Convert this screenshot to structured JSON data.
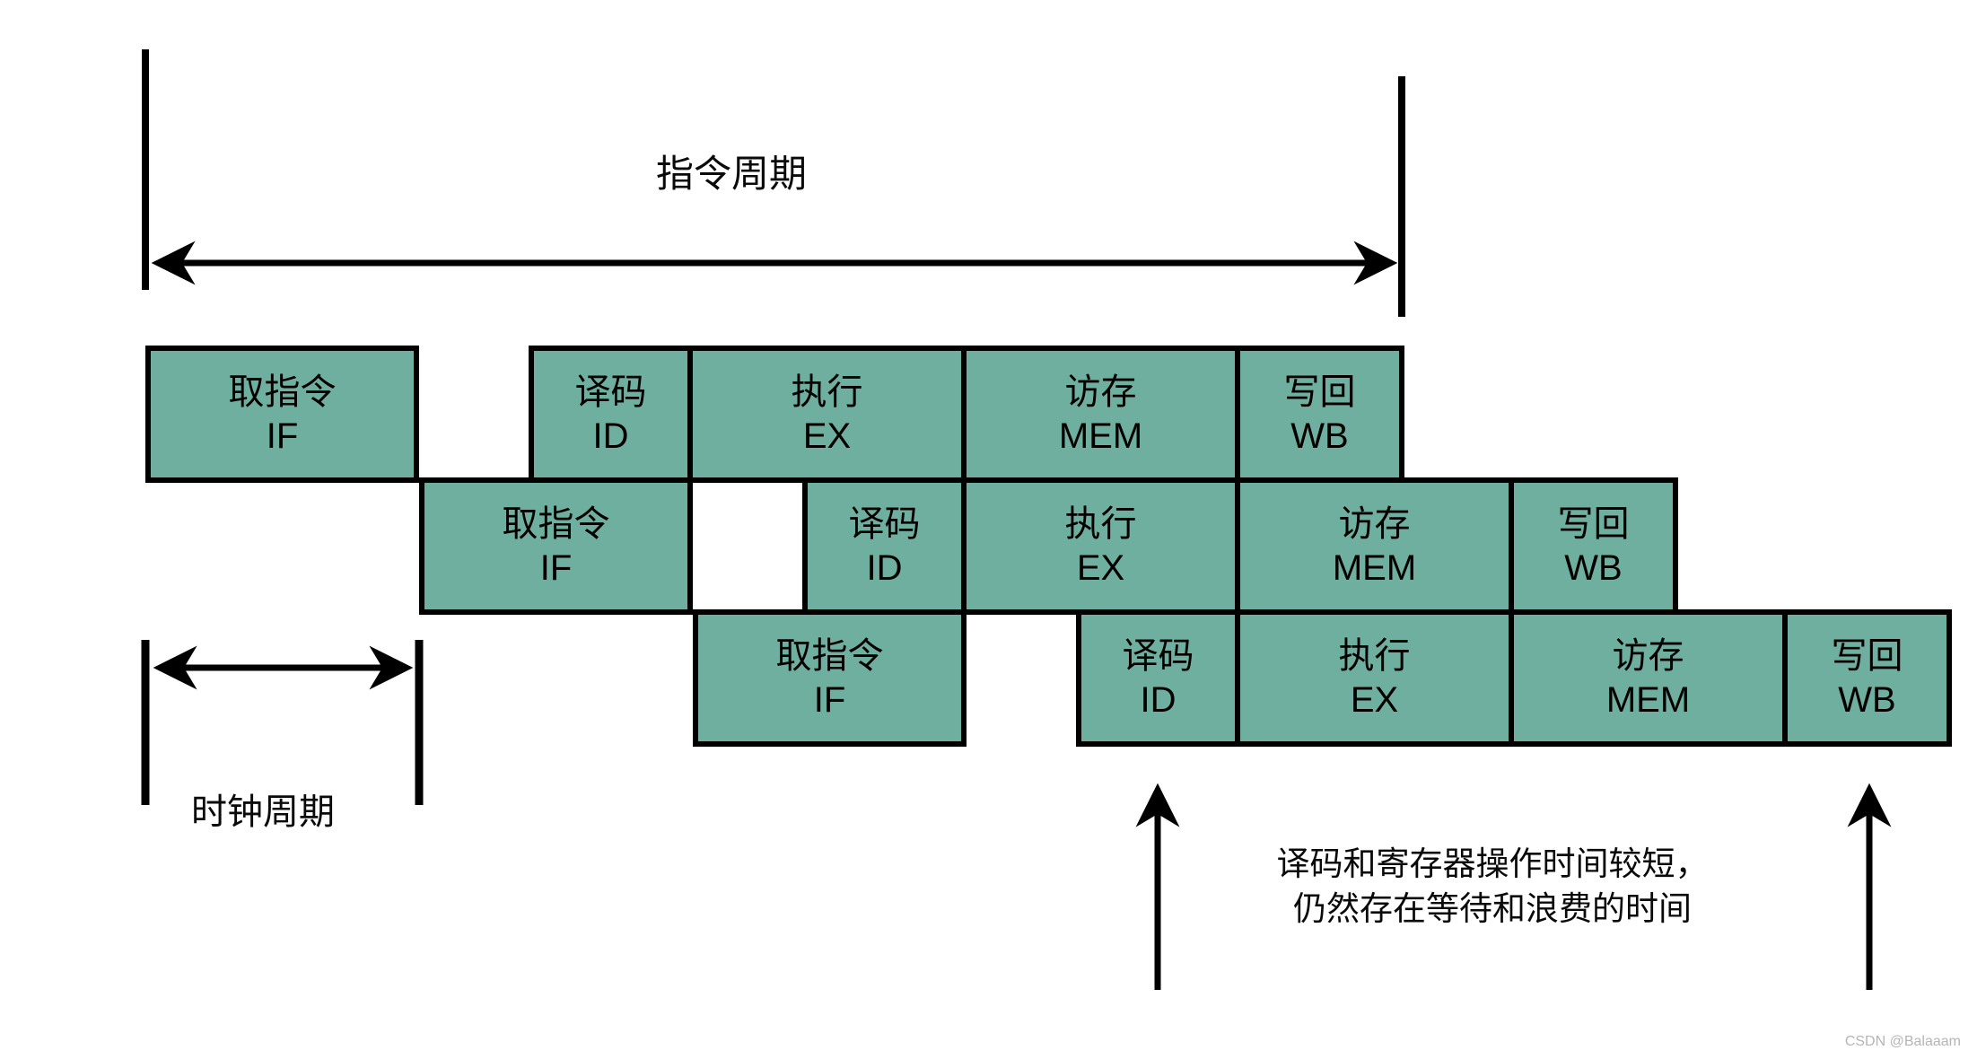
{
  "labels": {
    "instruction_cycle": "指令周期",
    "clock_cycle": "时钟周期"
  },
  "note": {
    "line1": "译码和寄存器操作时间较短，",
    "line2": "仍然存在等待和浪费的时间"
  },
  "watermark": "CSDN @Balaaam",
  "colors": {
    "box_fill": "#6FAF9F",
    "box_border": "#000000",
    "arrow": "#000000",
    "text": "#000000",
    "watermark": "#B5B5B5"
  },
  "pipeline": {
    "instructions": [
      {
        "stages": [
          {
            "name": "取指令",
            "abbr": "IF"
          },
          {
            "name": "译码",
            "abbr": "ID"
          },
          {
            "name": "执行",
            "abbr": "EX"
          },
          {
            "name": "访存",
            "abbr": "MEM"
          },
          {
            "name": "写回",
            "abbr": "WB"
          }
        ]
      },
      {
        "stages": [
          {
            "name": "取指令",
            "abbr": "IF"
          },
          {
            "name": "译码",
            "abbr": "ID"
          },
          {
            "name": "执行",
            "abbr": "EX"
          },
          {
            "name": "访存",
            "abbr": "MEM"
          },
          {
            "name": "写回",
            "abbr": "WB"
          }
        ]
      },
      {
        "stages": [
          {
            "name": "取指令",
            "abbr": "IF"
          },
          {
            "name": "译码",
            "abbr": "ID"
          },
          {
            "name": "执行",
            "abbr": "EX"
          },
          {
            "name": "访存",
            "abbr": "MEM"
          },
          {
            "name": "写回",
            "abbr": "WB"
          }
        ]
      }
    ]
  }
}
